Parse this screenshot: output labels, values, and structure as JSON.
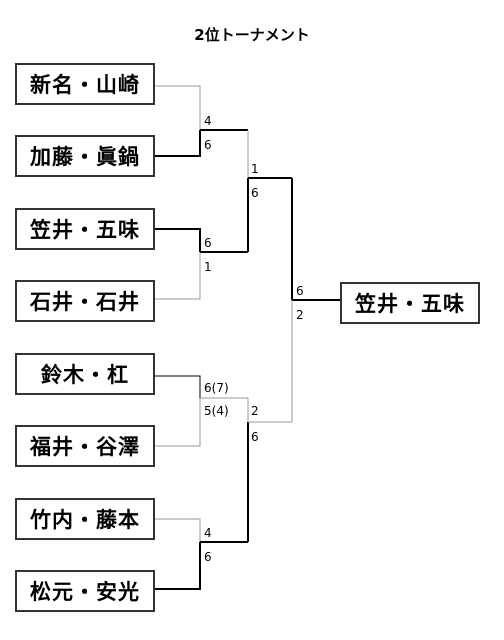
{
  "title": "2位トーナメント",
  "teams": [
    "新名・山崎",
    "加藤・眞鍋",
    "笠井・五味",
    "石井・石井",
    "鈴木・杠",
    "福井・谷澤",
    "竹内・藤本",
    "松元・安光"
  ],
  "winner": "笠井・五味",
  "round1_scores": [
    {
      "top": "4",
      "bottom": "6"
    },
    {
      "top": "6",
      "bottom": "1"
    },
    {
      "top": "6(7)",
      "bottom": "5(4)"
    },
    {
      "top": "4",
      "bottom": "6"
    }
  ],
  "semifinal_scores": [
    {
      "top": "1",
      "bottom": "6"
    },
    {
      "top": "2",
      "bottom": "6"
    }
  ],
  "final_score": {
    "top": "6",
    "bottom": "2"
  }
}
